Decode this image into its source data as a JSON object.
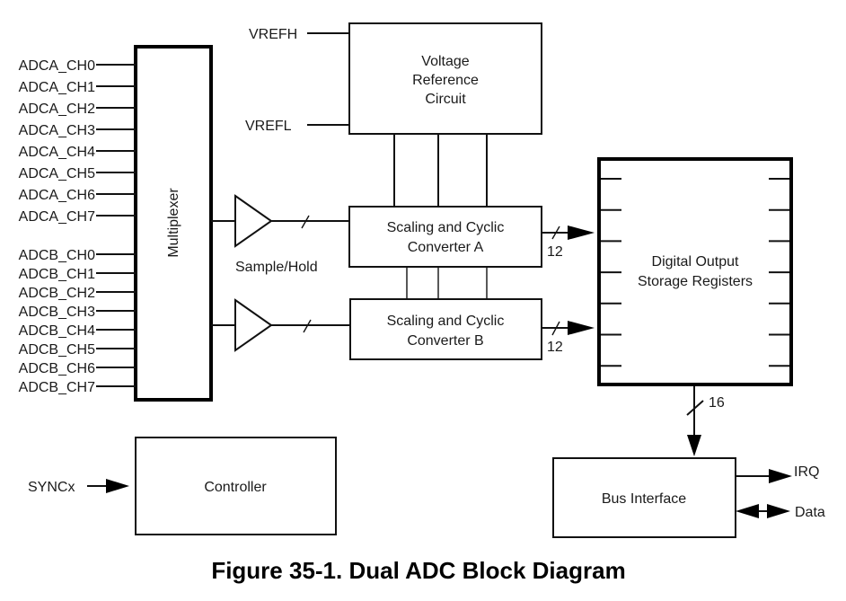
{
  "figure": {
    "caption": "Figure 35-1. Dual ADC Block Diagram"
  },
  "inputs": {
    "adca": [
      "ADCA_CH0",
      "ADCA_CH1",
      "ADCA_CH2",
      "ADCA_CH3",
      "ADCA_CH4",
      "ADCA_CH5",
      "ADCA_CH6",
      "ADCA_CH7"
    ],
    "adcb": [
      "ADCB_CH0",
      "ADCB_CH1",
      "ADCB_CH2",
      "ADCB_CH3",
      "ADCB_CH4",
      "ADCB_CH5",
      "ADCB_CH6",
      "ADCB_CH7"
    ],
    "vrefh": "VREFH",
    "vrefl": "VREFL",
    "sync": "SYNCx"
  },
  "blocks": {
    "multiplexer": "Multiplexer",
    "vref": [
      "Voltage",
      "Reference",
      "Circuit"
    ],
    "sample_hold": "Sample/Hold",
    "converter_a": [
      "Scaling and Cyclic",
      "Converter A"
    ],
    "converter_b": [
      "Scaling and Cyclic",
      "Converter B"
    ],
    "storage": [
      "Digital Output",
      "Storage Registers"
    ],
    "controller": "Controller",
    "bus_interface": "Bus Interface"
  },
  "buses": {
    "converter_a_width": "12",
    "converter_b_width": "12",
    "storage_to_bus_width": "16"
  },
  "outputs": {
    "irq": "IRQ",
    "data": "Data"
  }
}
